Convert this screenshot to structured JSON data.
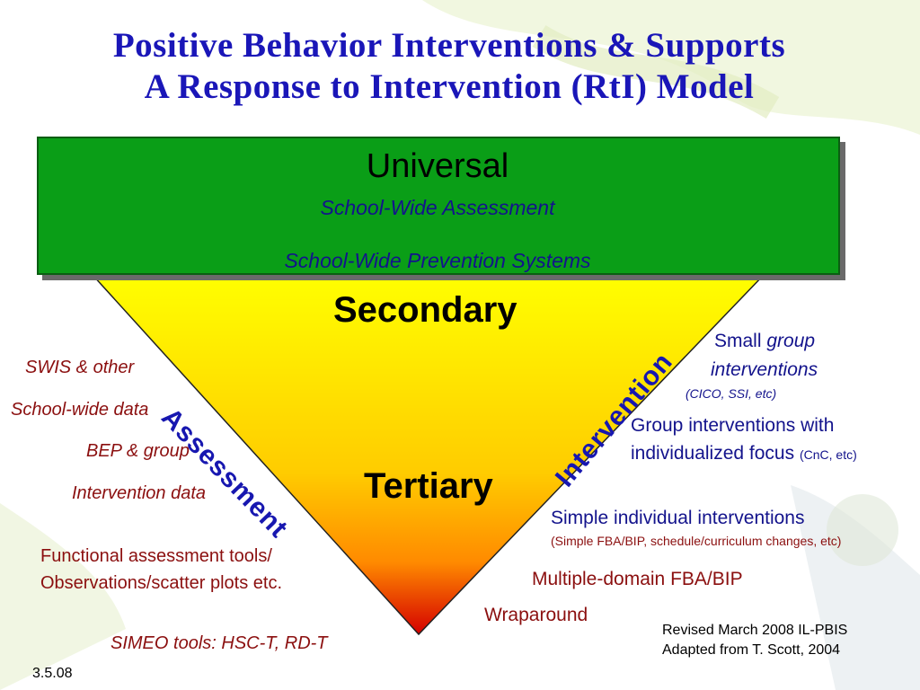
{
  "title": {
    "line1": "Positive Behavior Interventions & Supports",
    "line2": "A Response to Intervention (RtI) Model"
  },
  "tiers": {
    "universal": {
      "label": "Universal",
      "assessment": "School-Wide Assessment",
      "prevention": "School-Wide Prevention Systems"
    },
    "secondary": "Secondary",
    "tertiary": "Tertiary"
  },
  "axes": {
    "assessment": "Assessment",
    "intervention": "Intervention"
  },
  "assessment_items": [
    "SWIS & other",
    "School-wide data",
    "BEP & group",
    "Intervention data",
    "Functional assessment tools/",
    "Observations/scatter plots etc.",
    "SIMEO tools: HSC-T, RD-T"
  ],
  "intervention_items": {
    "small_prefix": "Small ",
    "small_italic": "group",
    "small_line2": "interventions",
    "small_note": "(CICO, SSI, etc)",
    "group_line1": "Group interventions with",
    "group_line2": "individualized focus ",
    "group_note": "(CnC, etc)",
    "simple_line1": "Simple individual interventions",
    "simple_note": "(Simple FBA/BIP, schedule/curriculum changes, etc)",
    "multiple": "Multiple-domain FBA/BIP",
    "wraparound": "Wraparound"
  },
  "footer": {
    "revised": "Revised March 2008 IL-PBIS",
    "adapted": "Adapted from T. Scott, 2004",
    "date": "3.5.08"
  },
  "colors": {
    "title": "#1a16b8",
    "universal_fill": "#0a9e17",
    "triangle_top": "#ffff00",
    "triangle_mid": "#ffb000",
    "triangle_bottom": "#d40000",
    "axis_label": "#1717b0",
    "assessment_text": "#8b0f0f",
    "intervention_text": "#13138c"
  }
}
